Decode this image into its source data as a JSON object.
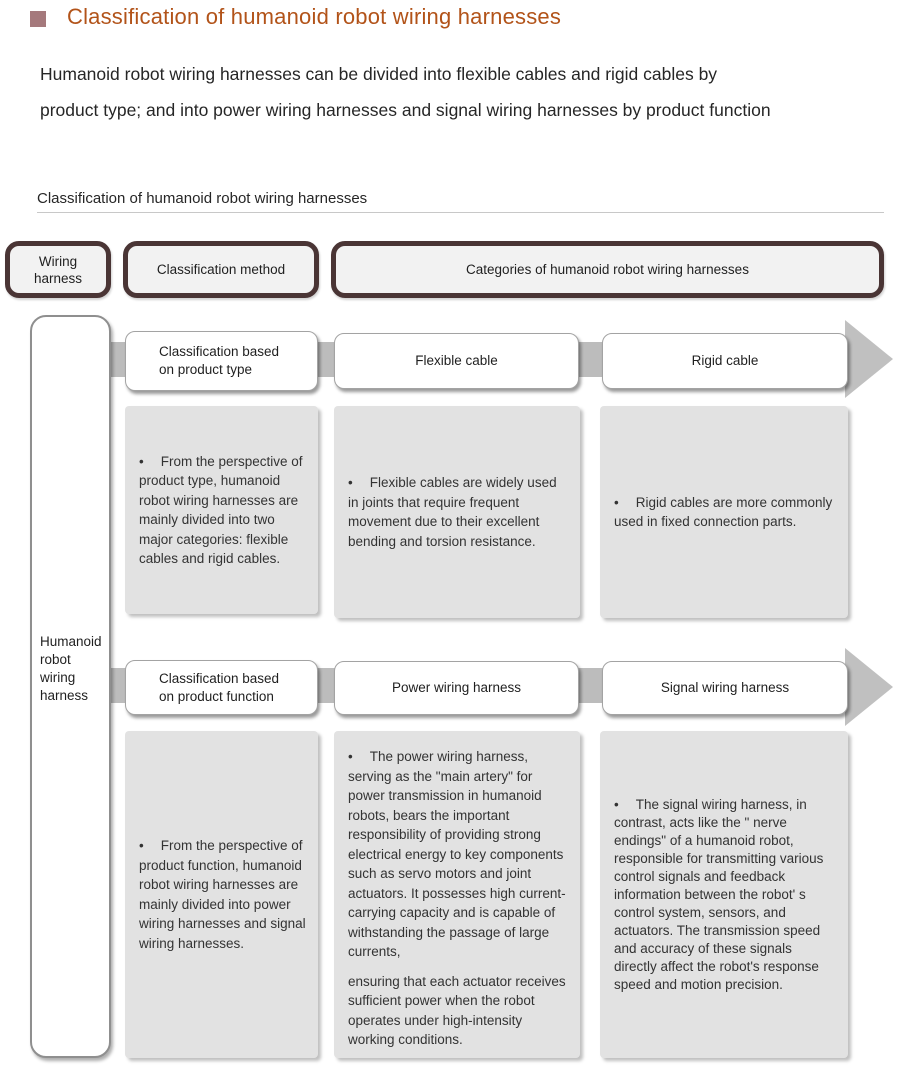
{
  "page": {
    "title": "Classification of humanoid robot wiring harnesses",
    "intro": "Humanoid robot wiring harnesses can be divided into flexible cables and rigid cables by\nproduct type; and into power wiring harnesses and signal wiring harnesses by product function",
    "diagram_caption": "Classification of humanoid robot wiring harnesses"
  },
  "ui": {
    "bullet": "•"
  },
  "header": {
    "col1": "Wiring\nharness",
    "col2": "Classification method",
    "col3": "Categories of humanoid robot wiring harnesses"
  },
  "root": {
    "label": "Humanoid\nrobot\nwiring\nharness"
  },
  "rows": [
    {
      "method": "Classification based\non product type",
      "category1": "Flexible cable",
      "category2": "Rigid cable",
      "method_note": "From the perspective of product type, humanoid robot wiring harnesses are mainly divided into two major categories: flexible cables and rigid cables.",
      "category1_note": "Flexible cables are widely used in joints that require frequent movement due to their excellent bending and torsion resistance.",
      "category2_note": "Rigid cables are more commonly used in fixed connection parts."
    },
    {
      "method": "Classification based\non product function",
      "category1": "Power wiring harness",
      "category2": "Signal wiring harness",
      "method_note": "From the perspective of product function, humanoid robot wiring harnesses are mainly divided into power wiring harnesses and signal wiring harnesses.",
      "category1_note_p1": "The power wiring harness, serving as the \"main artery\" for power transmission in humanoid robots, bears the important responsibility of providing strong electrical energy to key components such as servo motors and joint actuators. It possesses high current-carrying capacity and is capable of withstanding the passage of large currents,",
      "category1_note_p2": "ensuring that each actuator receives sufficient power when the robot operates under high-intensity working conditions.",
      "category2_note": "The signal wiring harness, in contrast, acts like the \" nerve endings\" of a humanoid robot, responsible for transmitting various control signals and feedback information between the robot' s control system, sensors, and actuators. The transmission speed and accuracy of these signals directly affect the robot's response speed and motion precision."
    }
  ],
  "colors": {
    "title_accent": "#b25319",
    "title_marker": "#a5797c",
    "header_border": "#4a3535",
    "header_fill": "#f2f2f2",
    "band": "#bcbcbc",
    "note_fill": "#e2e2e2"
  }
}
